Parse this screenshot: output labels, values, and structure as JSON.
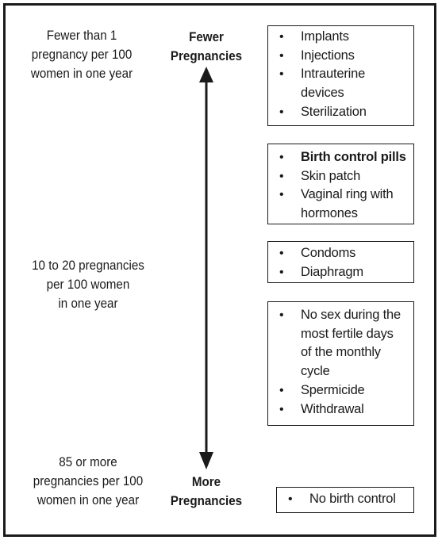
{
  "left_labels": {
    "top": [
      "Fewer than 1",
      "pregnancy per 100",
      "women in one year"
    ],
    "middle": [
      "10 to 20 pregnancies",
      "per 100 women",
      "in one year"
    ],
    "bottom": [
      "85 or more",
      "pregnancies per 100",
      "women in one year"
    ]
  },
  "axis": {
    "top_label": [
      "Fewer",
      "Pregnancies"
    ],
    "bottom_label": [
      "More",
      "Pregnancies"
    ]
  },
  "boxes": [
    {
      "items": [
        {
          "lines": [
            "Implants"
          ],
          "bold": false
        },
        {
          "lines": [
            "Injections"
          ],
          "bold": false
        },
        {
          "lines": [
            "Intrauterine",
            "devices"
          ],
          "bold": false
        },
        {
          "lines": [
            "Sterilization"
          ],
          "bold": false
        }
      ]
    },
    {
      "items": [
        {
          "lines": [
            "Birth control pills"
          ],
          "bold": true
        },
        {
          "lines": [
            "Skin patch"
          ],
          "bold": false
        },
        {
          "lines": [
            "Vaginal ring with",
            "hormones"
          ],
          "bold": false
        }
      ]
    },
    {
      "items": [
        {
          "lines": [
            "Condoms"
          ],
          "bold": false
        },
        {
          "lines": [
            "Diaphragm"
          ],
          "bold": false
        }
      ]
    },
    {
      "items": [
        {
          "lines": [
            "No sex during the",
            "most fertile days",
            "of the monthly",
            "cycle"
          ],
          "bold": false
        },
        {
          "lines": [
            "Spermicide"
          ],
          "bold": false
        },
        {
          "lines": [
            "Withdrawal"
          ],
          "bold": false
        }
      ]
    },
    {
      "items": [
        {
          "lines": [
            "No birth control"
          ],
          "bold": false
        }
      ]
    }
  ],
  "bullet_char": "•",
  "colors": {
    "ink": "#1a1a1a",
    "background": "#ffffff"
  }
}
